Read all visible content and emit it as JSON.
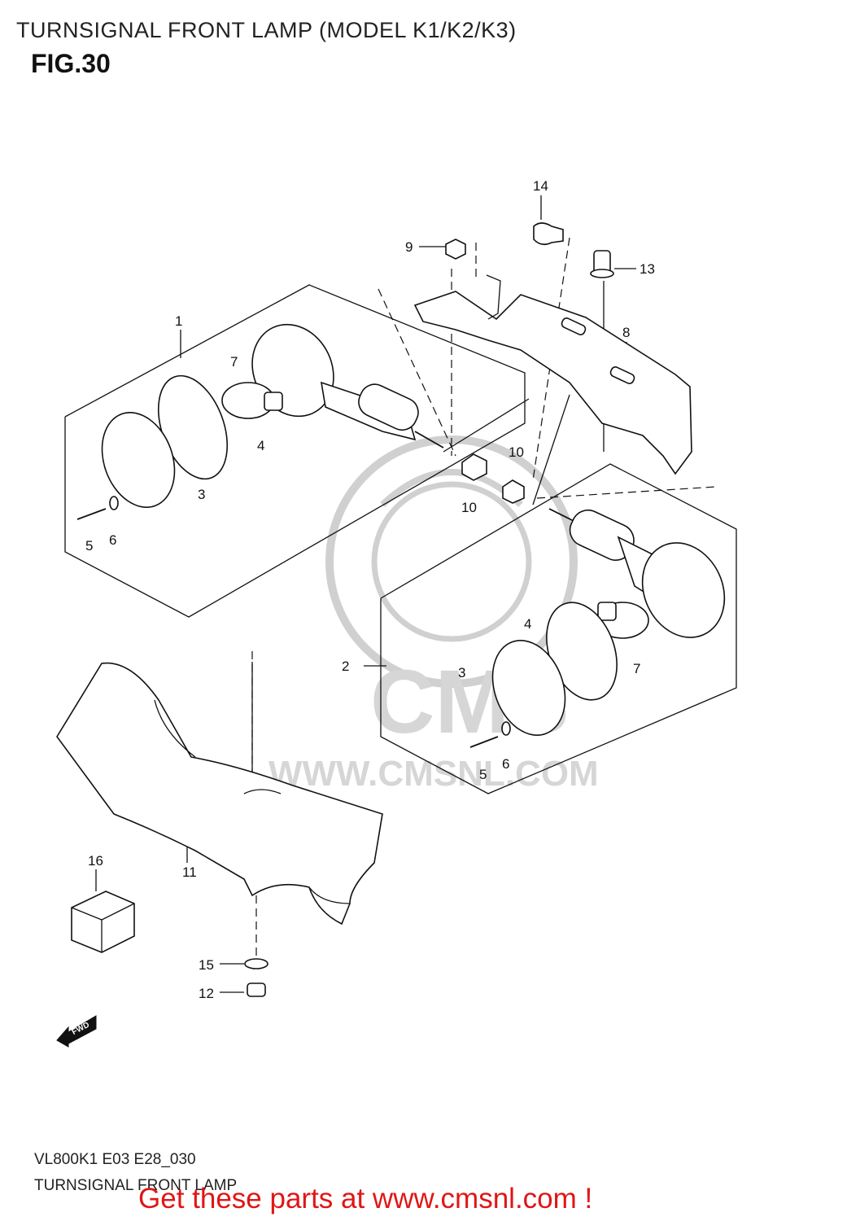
{
  "header": {
    "title": "TURNSIGNAL FRONT LAMP (MODEL K1/K2/K3)",
    "fig": "FIG.30"
  },
  "watermark": {
    "brand": "CMS",
    "url": "WWW.CMSNL.COM"
  },
  "callouts": {
    "c1": "1",
    "c2": "2",
    "c3a": "3",
    "c3b": "3",
    "c4a": "4",
    "c4b": "4",
    "c5a": "5",
    "c5b": "5",
    "c6a": "6",
    "c6b": "6",
    "c7a": "7",
    "c7b": "7",
    "c8": "8",
    "c9": "9",
    "c10a": "10",
    "c10b": "10",
    "c11": "11",
    "c12": "12",
    "c13": "13",
    "c14": "14",
    "c15": "15",
    "c16": "16"
  },
  "fwd_label": "FWD",
  "footer": {
    "code": "VL800K1 E03 E28_030",
    "subtitle": "TURNSIGNAL FRONT LAMP",
    "cta": "Get these parts at www.cmsnl.com !"
  },
  "colors": {
    "cta": "#e01616",
    "ink": "#111111",
    "watermark": "#d0d0d0"
  }
}
